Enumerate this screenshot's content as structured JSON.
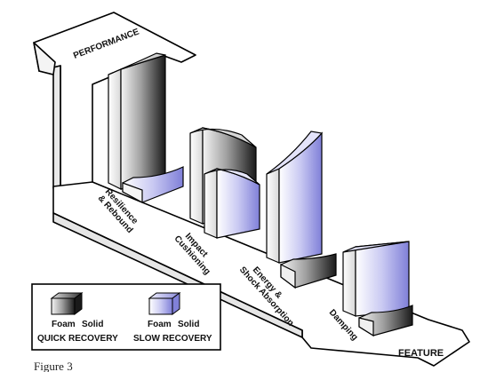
{
  "axes": {
    "y_label": "PERFORMANCE",
    "x_label": "FEATURE"
  },
  "features": [
    {
      "label": "Resilience & Rebound",
      "lines": [
        "Resilience",
        "& Rebound"
      ]
    },
    {
      "label": "Impact Cushioning",
      "lines": [
        "Impact",
        "Cushioning"
      ]
    },
    {
      "label": "Energy & Shock Absorption",
      "lines": [
        "Energy &",
        "Shock Absorption"
      ]
    },
    {
      "label": "Damping",
      "lines": [
        "Damping"
      ]
    }
  ],
  "legend": {
    "quick": {
      "foam": "Foam",
      "solid": "Solid",
      "title": "QUICK RECOVERY",
      "color": "#1a1a1a"
    },
    "slow": {
      "foam": "Foam",
      "solid": "Solid",
      "title": "SLOW RECOVERY",
      "color": "#9a9ae6"
    }
  },
  "caption": "Figure 3"
}
